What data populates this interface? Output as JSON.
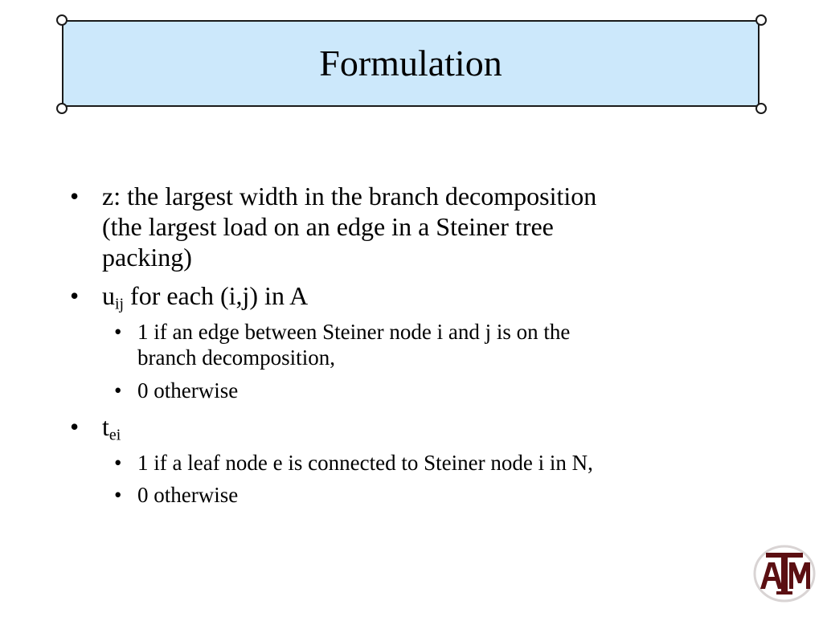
{
  "slide": {
    "title": "Formulation",
    "bullets": [
      {
        "text": "z: the largest width in the branch decomposition"
      },
      {
        "text": "(the largest load on an edge in a Steiner tree"
      },
      {
        "text": "packing)"
      },
      {
        "main": "u",
        "sub": "ij",
        "rest": " for each (i,j) in A"
      },
      {
        "text": "1 if an edge between Steiner node i and j is on the"
      },
      {
        "text": "branch decomposition,"
      },
      {
        "text": "0 otherwise"
      },
      {
        "main": "t",
        "sub": "ei"
      },
      {
        "text": "1 if a leaf node e is connected to Steiner node i in N,"
      },
      {
        "text": "0 otherwise"
      }
    ]
  },
  "logo": {
    "name": "texas-am-logo",
    "text": "ATM",
    "color": "#5b0f12"
  },
  "colors": {
    "title_fill": "#cce8fb",
    "title_border": "#1a1a1a"
  }
}
